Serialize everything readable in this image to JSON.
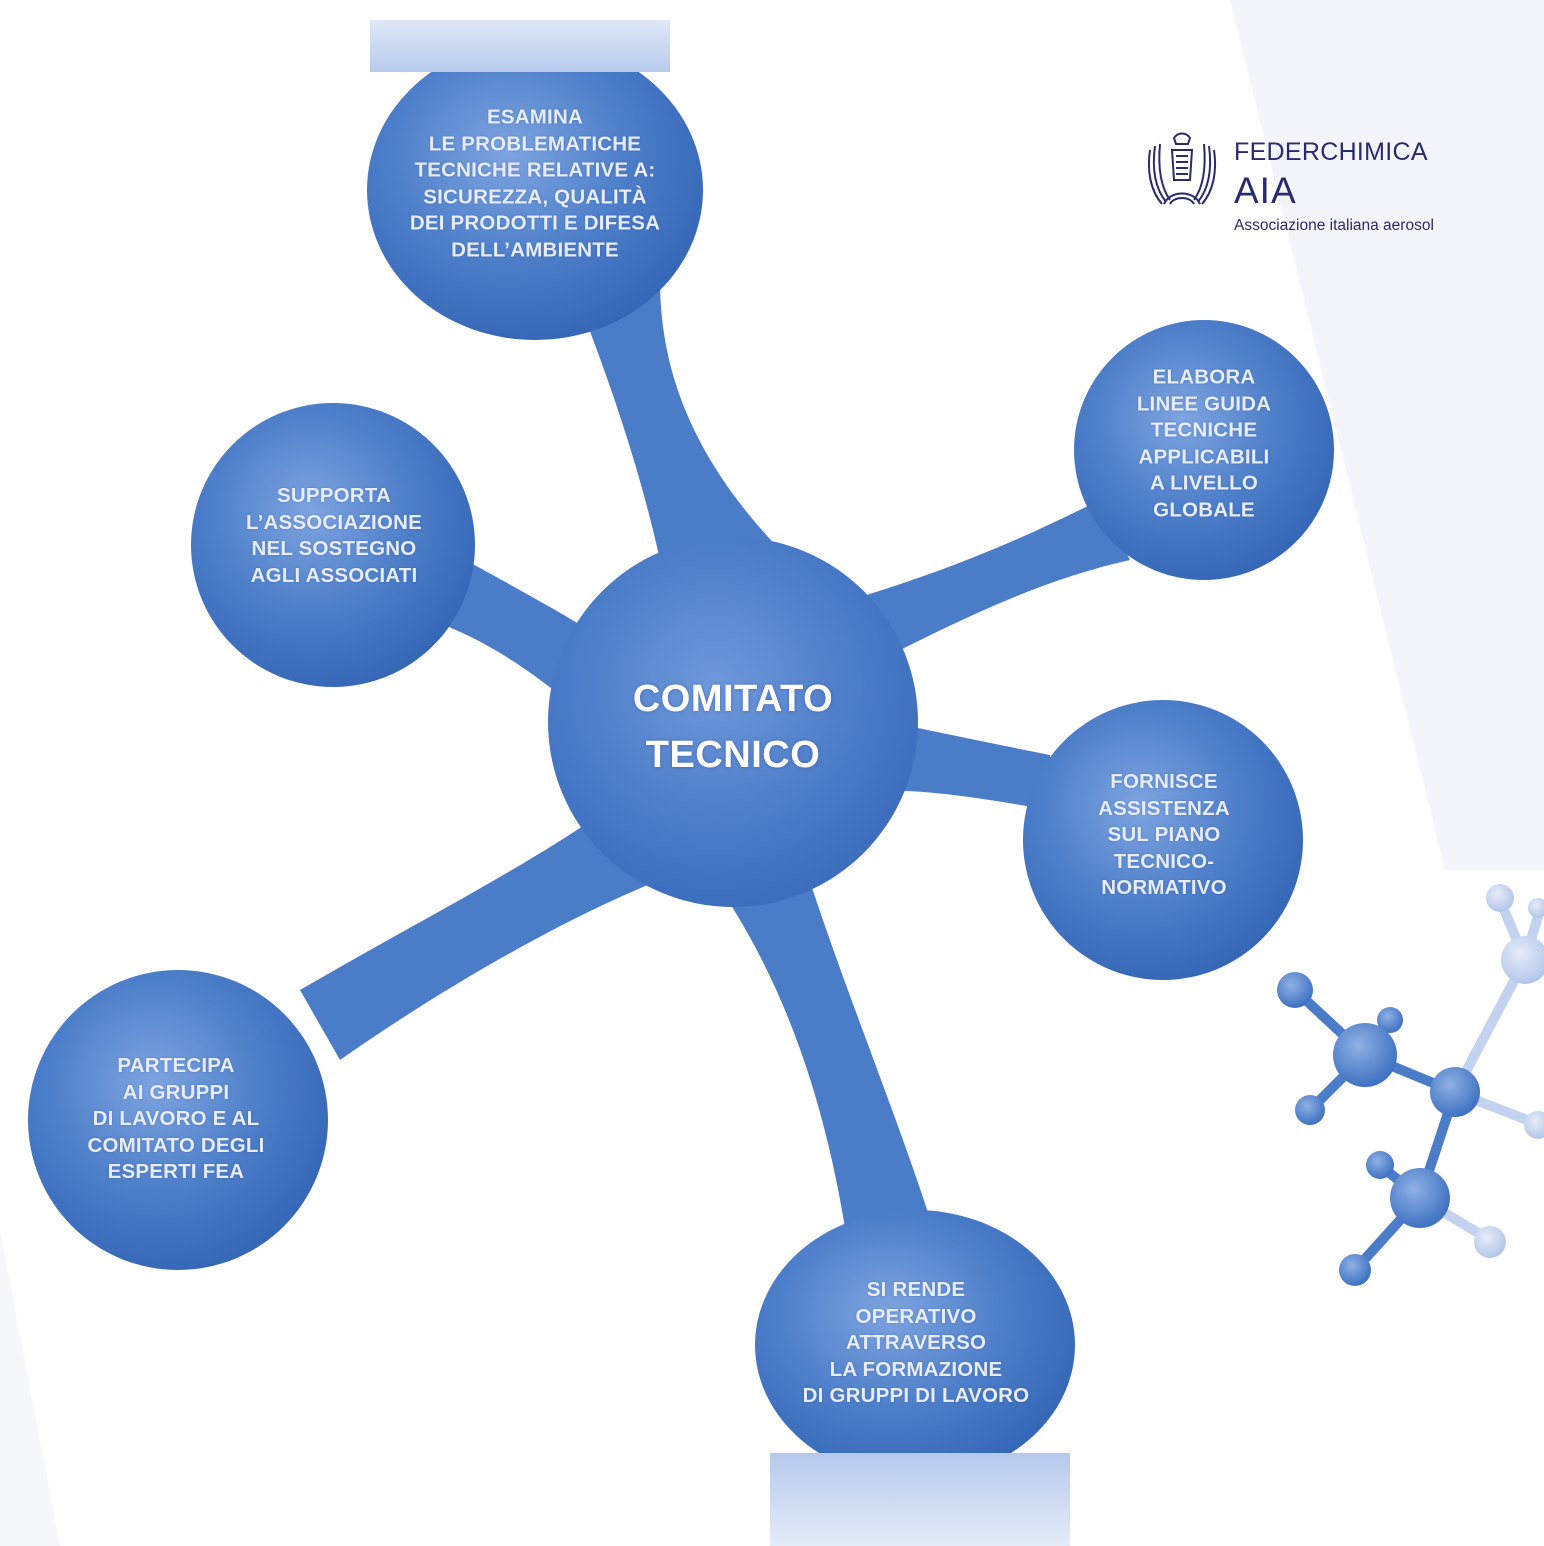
{
  "center": {
    "title_line1": "COMITATO",
    "title_line2": "TECNICO"
  },
  "nodes": [
    {
      "lines": [
        "ESAMINA",
        "LE PROBLEMATICHE",
        "TECNICHE RELATIVE A:",
        "SICUREZZA, QUALITÀ",
        "DEI PRODOTTI E DIFESA",
        "DELL’AMBIENTE"
      ]
    },
    {
      "lines": [
        "ELABORA",
        "LINEE GUIDA",
        "TECNICHE",
        "APPLICABILI",
        "A LIVELLO",
        "GLOBALE"
      ]
    },
    {
      "lines": [
        "SUPPORTA",
        "L’ASSOCIAZIONE",
        "NEL SOSTEGNO",
        "AGLI ASSOCIATI"
      ]
    },
    {
      "lines": [
        "FORNISCE",
        "ASSISTENZA",
        "SUL PIANO",
        "TECNICO-",
        "NORMATIVO"
      ]
    },
    {
      "lines": [
        "PARTECIPA",
        "AI GRUPPI",
        "DI LAVORO E AL",
        "COMITATO DEGLI",
        "ESPERTI FEA"
      ]
    },
    {
      "lines": [
        "SI RENDE",
        "OPERATIVO",
        "ATTRAVERSO",
        "LA FORMAZIONE",
        "DI GRUPPI DI LAVORO"
      ]
    }
  ],
  "logo": {
    "brand": "FEDERCHIMICA",
    "acronym": "AIA",
    "tagline": "Associazione italiana aerosol"
  },
  "colors": {
    "node_blue": "#4a7cc8",
    "node_dark": "#3566b6",
    "node_light": "#9ab8e6",
    "text_light": "#e6ecf8",
    "logo_navy": "#2a2a6e",
    "background": "#ffffff"
  }
}
